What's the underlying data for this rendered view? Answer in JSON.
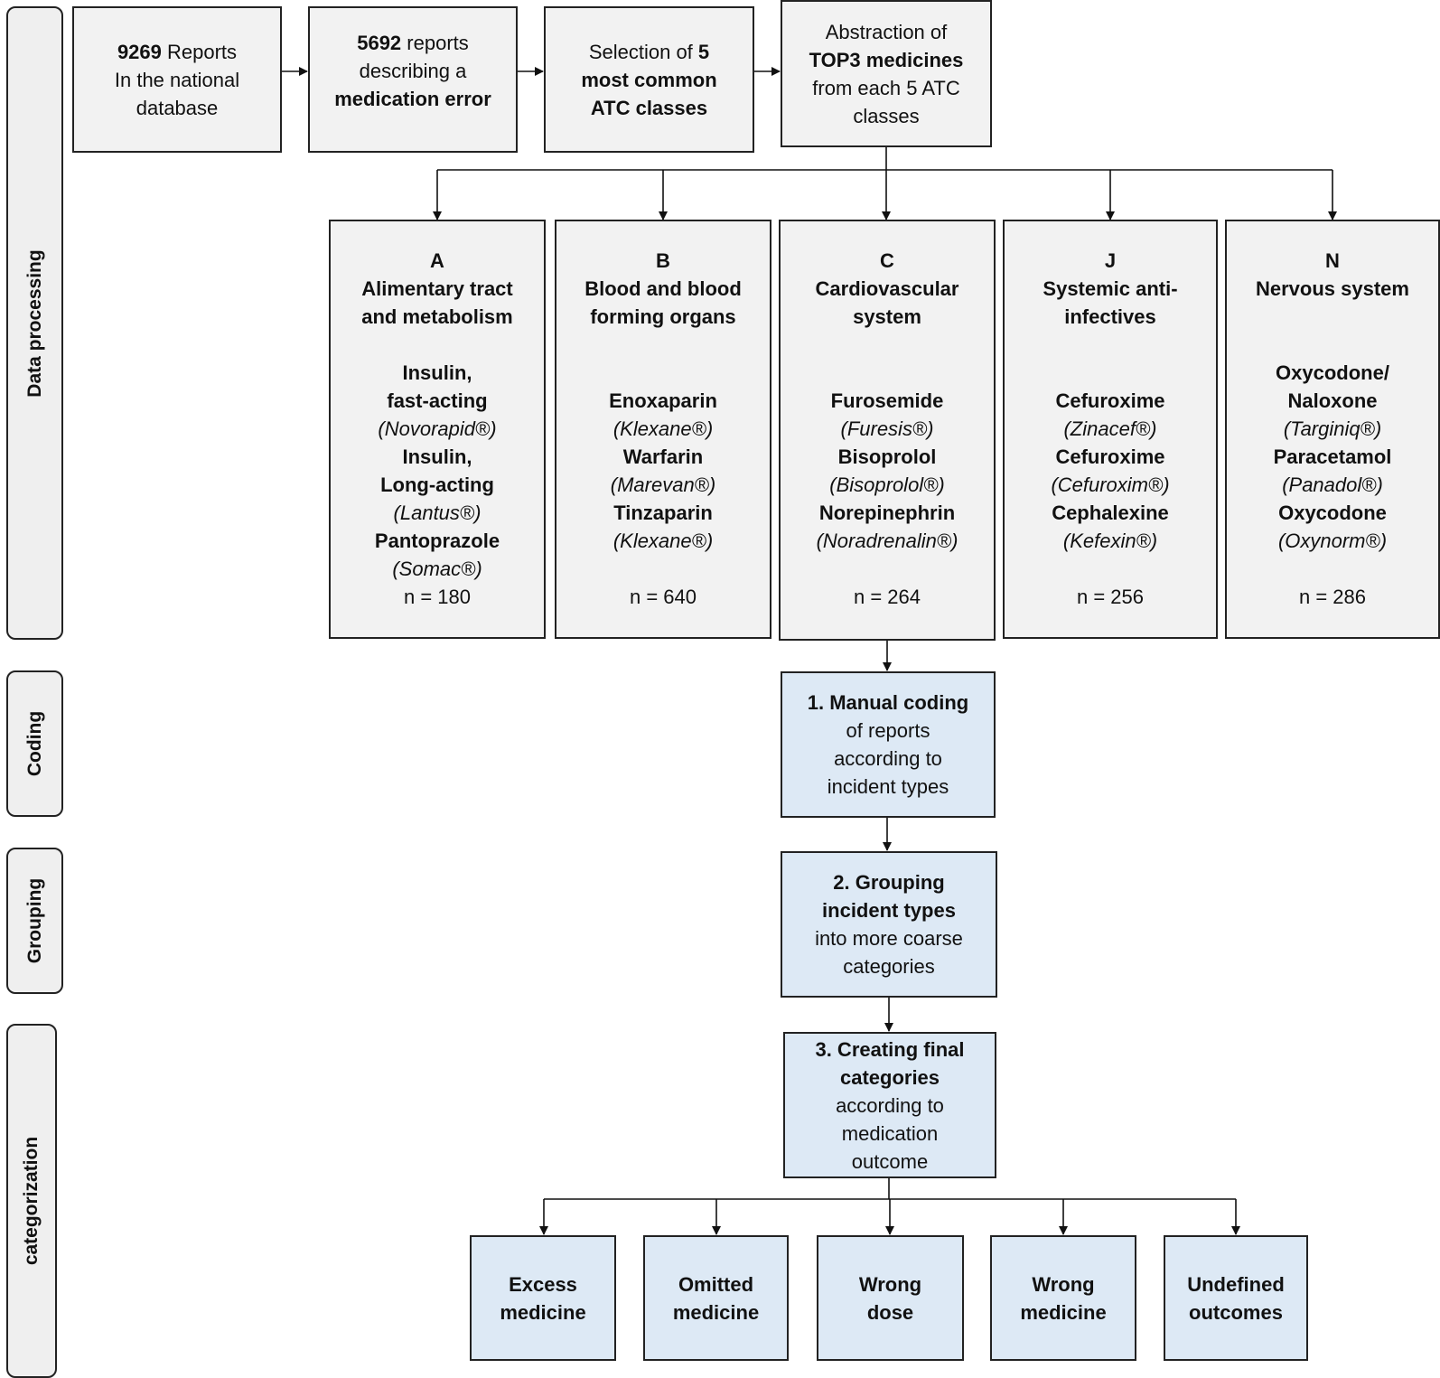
{
  "phases": {
    "data_processing": "Data processing",
    "coding": "Coding",
    "grouping": "Grouping",
    "categorization": "categorization"
  },
  "top_row": {
    "reports_total_number": "9269",
    "reports_total_rest": " Reports",
    "reports_total_line2": "In the national",
    "reports_total_line3": "database",
    "med_error_number": "5692",
    "med_error_rest": " reports",
    "med_error_line2": "describing a",
    "med_error_line3": "medication error",
    "selection_pre": "Selection of ",
    "selection_number": "5",
    "selection_line2": "most common",
    "selection_line3": "ATC classes",
    "abstraction_line1": "Abstraction of",
    "abstraction_line2": "TOP3 medicines",
    "abstraction_line3": "from each 5 ATC",
    "abstraction_line4": "classes"
  },
  "atc": {
    "a": {
      "code": "A",
      "name1": "Alimentary tract",
      "name2": "and metabolism",
      "m1a": "Insulin,",
      "m1b": "fast-acting",
      "m1brand": "(Novorapid®)",
      "m2a": "Insulin,",
      "m2b": "Long-acting",
      "m2brand": "(Lantus®)",
      "m3": "Pantoprazole",
      "m3brand": "(Somac®)",
      "n": "n = 180"
    },
    "b": {
      "code": "B",
      "name1": "Blood and blood",
      "name2": "forming organs",
      "m1": "Enoxaparin",
      "m1brand": "(Klexane®)",
      "m2": "Warfarin",
      "m2brand": "(Marevan®)",
      "m3": "Tinzaparin",
      "m3brand": "(Klexane®)",
      "n": "n = 640"
    },
    "c": {
      "code": "C",
      "name1": "Cardiovascular",
      "name2": "system",
      "m1": "Furosemide",
      "m1brand": "(Furesis®)",
      "m2": "Bisoprolol",
      "m2brand": "(Bisoprolol®)",
      "m3": "Norepinephrin",
      "m3brand": "(Noradrenalin®)",
      "n": "n = 264"
    },
    "j": {
      "code": "J",
      "name1": "Systemic anti-",
      "name2": "infectives",
      "m1": "Cefuroxime",
      "m1brand": "(Zinacef®)",
      "m2": "Cefuroxime",
      "m2brand": "(Cefuroxim®)",
      "m3": "Cephalexine",
      "m3brand": "(Kefexin®)",
      "n": "n = 256"
    },
    "n": {
      "code": "N",
      "name1": "Nervous system",
      "m1a": "Oxycodone/",
      "m1b": "Naloxone",
      "m1brand": "(Targiniq®)",
      "m2": "Paracetamol",
      "m2brand": "(Panadol®)",
      "m3": "Oxycodone",
      "m3brand": "(Oxynorm®)",
      "n": "n = 286"
    }
  },
  "steps": {
    "coding_bold": "1. Manual coding",
    "coding_l2": "of reports",
    "coding_l3": "according to",
    "coding_l4": "incident types",
    "grouping_bold1": "2. Grouping",
    "grouping_bold2": "incident types",
    "grouping_l3": "into more coarse",
    "grouping_l4": "categories",
    "final_bold1": "3. Creating final",
    "final_bold2": "categories",
    "final_l3": "according to",
    "final_l4": "medication",
    "final_l5": "outcome"
  },
  "outcomes": {
    "excess1": "Excess",
    "excess2": "medicine",
    "omitted1": "Omitted",
    "omitted2": "medicine",
    "wrongdose1": "Wrong",
    "wrongdose2": "dose",
    "wrongmed1": "Wrong",
    "wrongmed2": "medicine",
    "undefined1": "Undefined",
    "undefined2": "outcomes"
  }
}
